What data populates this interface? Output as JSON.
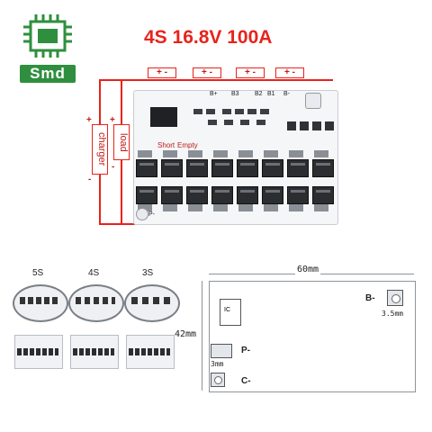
{
  "logo": {
    "text": "Smd",
    "color": "#2f8f3e"
  },
  "title": "4S 16.8V 100A",
  "board": {
    "plus_sign": "+",
    "minus_sign": "-",
    "charger_label": "charger",
    "load_label": "load",
    "short_label": "Short",
    "empty_label": "Empty",
    "b_labels": [
      "B+",
      "B3",
      "B2",
      "B1",
      "B-"
    ],
    "p_label": "P-",
    "accent_red": "#e8231c"
  },
  "variants": [
    {
      "label": "5S"
    },
    {
      "label": "4S"
    },
    {
      "label": "3S"
    }
  ],
  "dimensions": {
    "width": "60mm",
    "height": "42mm",
    "ic_label": "IC",
    "b_minus": "B-",
    "p_minus": "P-",
    "c_minus": "C-",
    "pad_size_b": "3.5mm",
    "pad_size_p": "3mm"
  }
}
